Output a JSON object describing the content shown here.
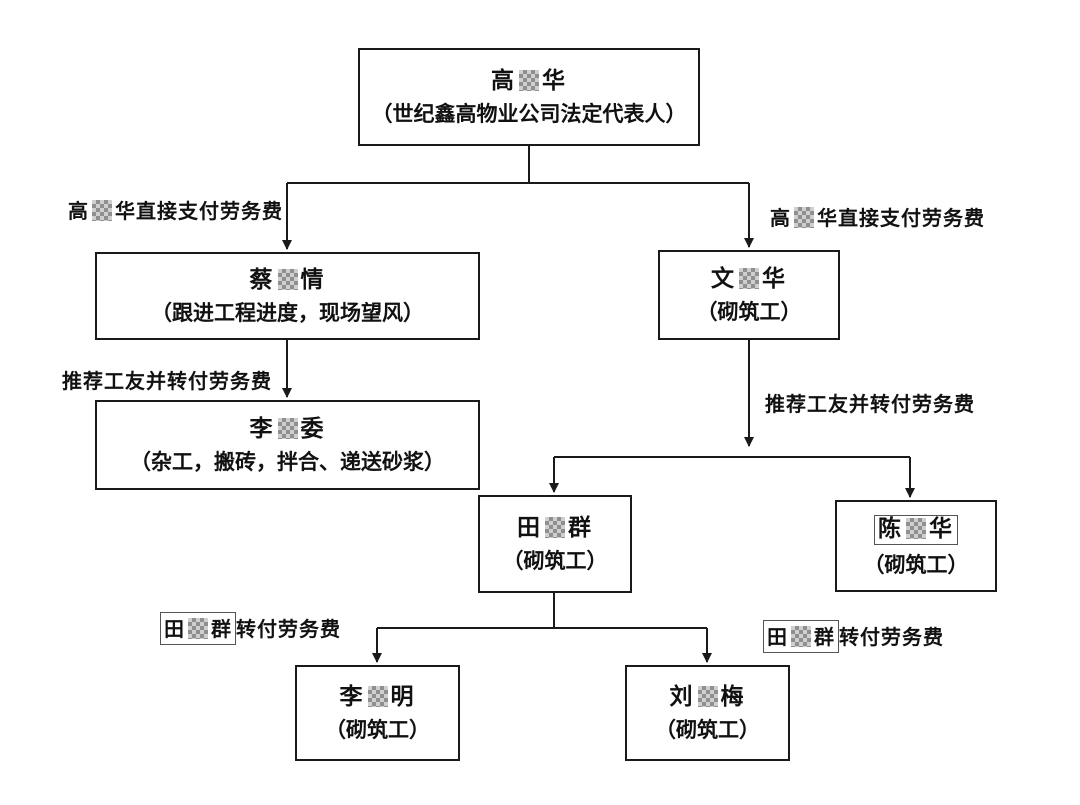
{
  "background": "#ffffff",
  "colors": {
    "line": "#1a1a1a",
    "box_border": "#1a1a1a",
    "text": "#111111",
    "redaction": "#8f8f8f"
  },
  "nodes": {
    "gao": {
      "name_pre": "高",
      "name_post": "华",
      "subtitle": "（世纪鑫高物业公司法定代表人）"
    },
    "cai": {
      "name_pre": "蔡",
      "name_post": "情",
      "subtitle": "（跟进工程进度，现场望风）"
    },
    "wen": {
      "name_pre": "文",
      "name_post": "华",
      "subtitle": "（砌筑工）"
    },
    "liwei": {
      "name_pre": "李",
      "name_post": "委",
      "subtitle": "（杂工，搬砖，拌合、递送砂浆）"
    },
    "tian": {
      "name_pre": "田",
      "name_post": "群",
      "subtitle": "（砌筑工）"
    },
    "chen": {
      "name_pre": "陈",
      "name_post": "华",
      "subtitle": "（砌筑工）"
    },
    "liming": {
      "name_pre": "李",
      "name_post": "明",
      "subtitle": "（砌筑工）"
    },
    "liu": {
      "name_pre": "刘",
      "name_post": "梅",
      "subtitle": "（砌筑工）"
    }
  },
  "edge_labels": {
    "pay_left": {
      "pre": "高",
      "post": "华直接支付劳务费"
    },
    "pay_right": {
      "pre": "高",
      "post": "华直接支付劳务费"
    },
    "refer_left": {
      "text": "推荐工友并转付劳务费"
    },
    "refer_right": {
      "text": "推荐工友并转付劳务费"
    },
    "tianpay_left": {
      "boxed_pre": "田",
      "boxed_post": "群",
      "rest": "转付劳务费"
    },
    "tianpay_right": {
      "boxed_pre": "田",
      "boxed_post": "群",
      "rest": "转付劳务费"
    }
  }
}
